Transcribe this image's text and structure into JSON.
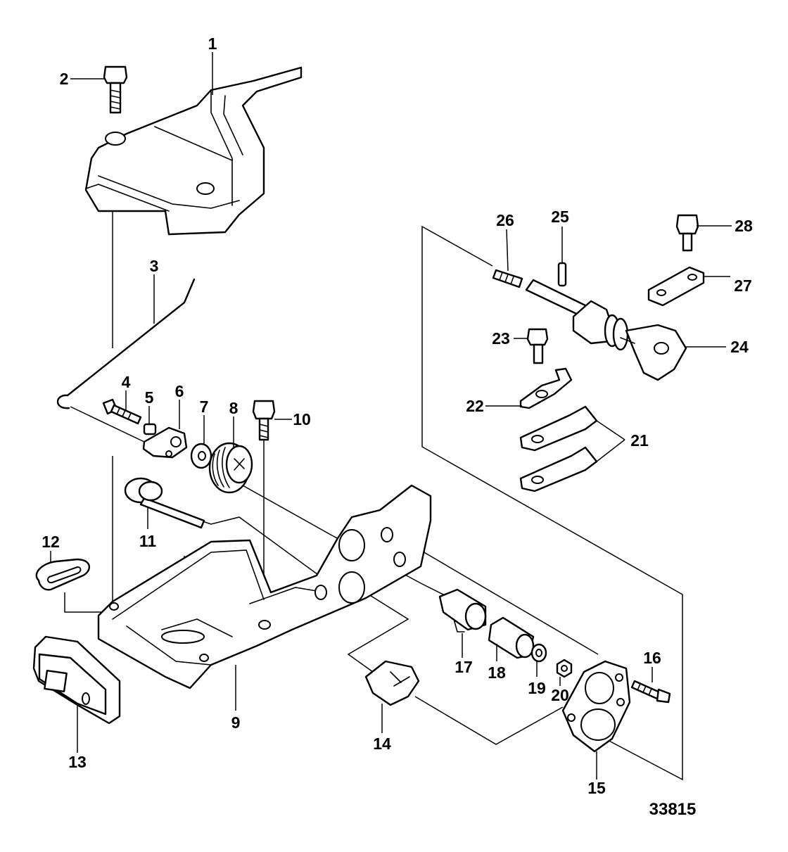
{
  "diagram": {
    "figure_number": "33815",
    "callouts": {
      "c1": "1",
      "c2": "2",
      "c3": "3",
      "c4": "4",
      "c5": "5",
      "c6": "6",
      "c7": "7",
      "c8": "8",
      "c9": "9",
      "c10": "10",
      "c11": "11",
      "c12": "12",
      "c13": "13",
      "c14": "14",
      "c15": "15",
      "c16": "16",
      "c17": "17",
      "c18": "18",
      "c19": "19",
      "c20": "20",
      "c21": "21",
      "c22": "22",
      "c23": "23",
      "c24": "24",
      "c25": "25",
      "c26": "26",
      "c27": "27",
      "c28": "28"
    }
  }
}
